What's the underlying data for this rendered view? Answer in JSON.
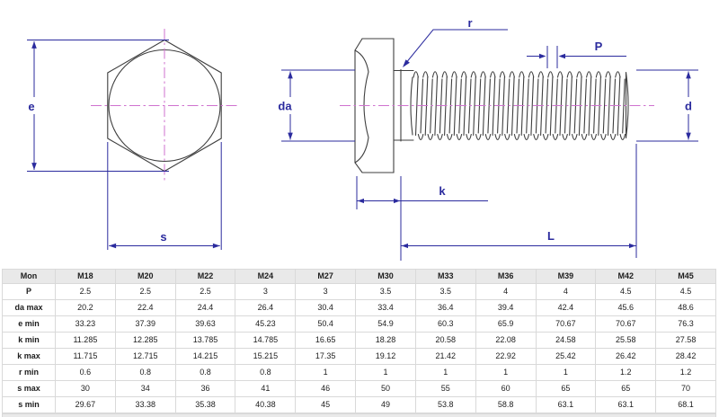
{
  "labels": {
    "e": "e",
    "s": "s",
    "r": "r",
    "p": "P",
    "da": "da",
    "d": "d",
    "k": "k",
    "l": "L"
  },
  "colors": {
    "dimension": "#2b2b9e",
    "centerline": "#cf72cf",
    "drawing": "#3f3f3f",
    "table_header_bg": "#e9e9e9",
    "table_border": "#d9d9d9",
    "text": "#1d1d1d"
  },
  "table": {
    "columns": [
      "Mon",
      "M18",
      "M20",
      "M22",
      "M24",
      "M27",
      "M30",
      "M33",
      "M36",
      "M39",
      "M42",
      "M45"
    ],
    "rows": [
      {
        "label": "P",
        "values": [
          "2.5",
          "2.5",
          "2.5",
          "3",
          "3",
          "3.5",
          "3.5",
          "4",
          "4",
          "4.5",
          "4.5"
        ]
      },
      {
        "label": "da max",
        "values": [
          "20.2",
          "22.4",
          "24.4",
          "26.4",
          "30.4",
          "33.4",
          "36.4",
          "39.4",
          "42.4",
          "45.6",
          "48.6"
        ]
      },
      {
        "label": "e min",
        "values": [
          "33.23",
          "37.39",
          "39.63",
          "45.23",
          "50.4",
          "54.9",
          "60.3",
          "65.9",
          "70.67",
          "70.67",
          "76.3"
        ]
      },
      {
        "label": "k min",
        "values": [
          "11.285",
          "12.285",
          "13.785",
          "14.785",
          "16.65",
          "18.28",
          "20.58",
          "22.08",
          "24.58",
          "25.58",
          "27.58"
        ]
      },
      {
        "label": "k max",
        "values": [
          "11.715",
          "12.715",
          "14.215",
          "15.215",
          "17.35",
          "19.12",
          "21.42",
          "22.92",
          "25.42",
          "26.42",
          "28.42"
        ]
      },
      {
        "label": "r min",
        "values": [
          "0.6",
          "0.8",
          "0.8",
          "0.8",
          "1",
          "1",
          "1",
          "1",
          "1",
          "1.2",
          "1.2"
        ]
      },
      {
        "label": "s max",
        "values": [
          "30",
          "34",
          "36",
          "41",
          "46",
          "50",
          "55",
          "60",
          "65",
          "65",
          "70"
        ]
      },
      {
        "label": "s min",
        "values": [
          "29.67",
          "33.38",
          "35.38",
          "40.38",
          "45",
          "49",
          "53.8",
          "58.8",
          "63.1",
          "63.1",
          "68.1"
        ]
      }
    ]
  }
}
